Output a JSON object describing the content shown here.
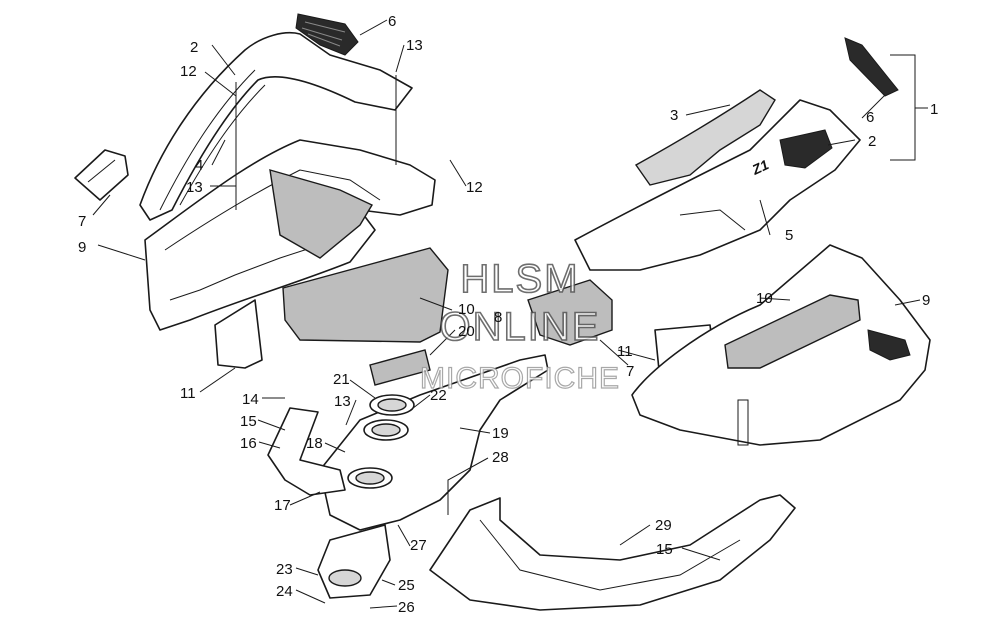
{
  "watermark": {
    "line1": "HLSM",
    "line2": "ONLINE",
    "line3": "MICROFICHE"
  },
  "callouts": {
    "c1": "1",
    "c2a": "2",
    "c2b": "2",
    "c3": "3",
    "c4": "4",
    "c5": "5",
    "c6a": "6",
    "c6b": "6",
    "c7a": "7",
    "c7b": "7",
    "c8": "8",
    "c9a": "9",
    "c9b": "9",
    "c10a": "10",
    "c10b": "10",
    "c11a": "11",
    "c11b": "11",
    "c12a": "12",
    "c12b": "12",
    "c13a": "13",
    "c13b": "13",
    "c13c": "13",
    "c14": "14",
    "c15a": "15",
    "c15b": "15",
    "c16": "16",
    "c17": "17",
    "c18": "18",
    "c19": "19",
    "c20": "20",
    "c21": "21",
    "c22": "22",
    "c23": "23",
    "c24": "24",
    "c25": "25",
    "c26": "26",
    "c27": "27",
    "c28": "28",
    "c29": "29"
  },
  "colors": {
    "line": "#1a1a1a",
    "shade": "#d6d6d6",
    "stipple": "#bdbdbd"
  }
}
